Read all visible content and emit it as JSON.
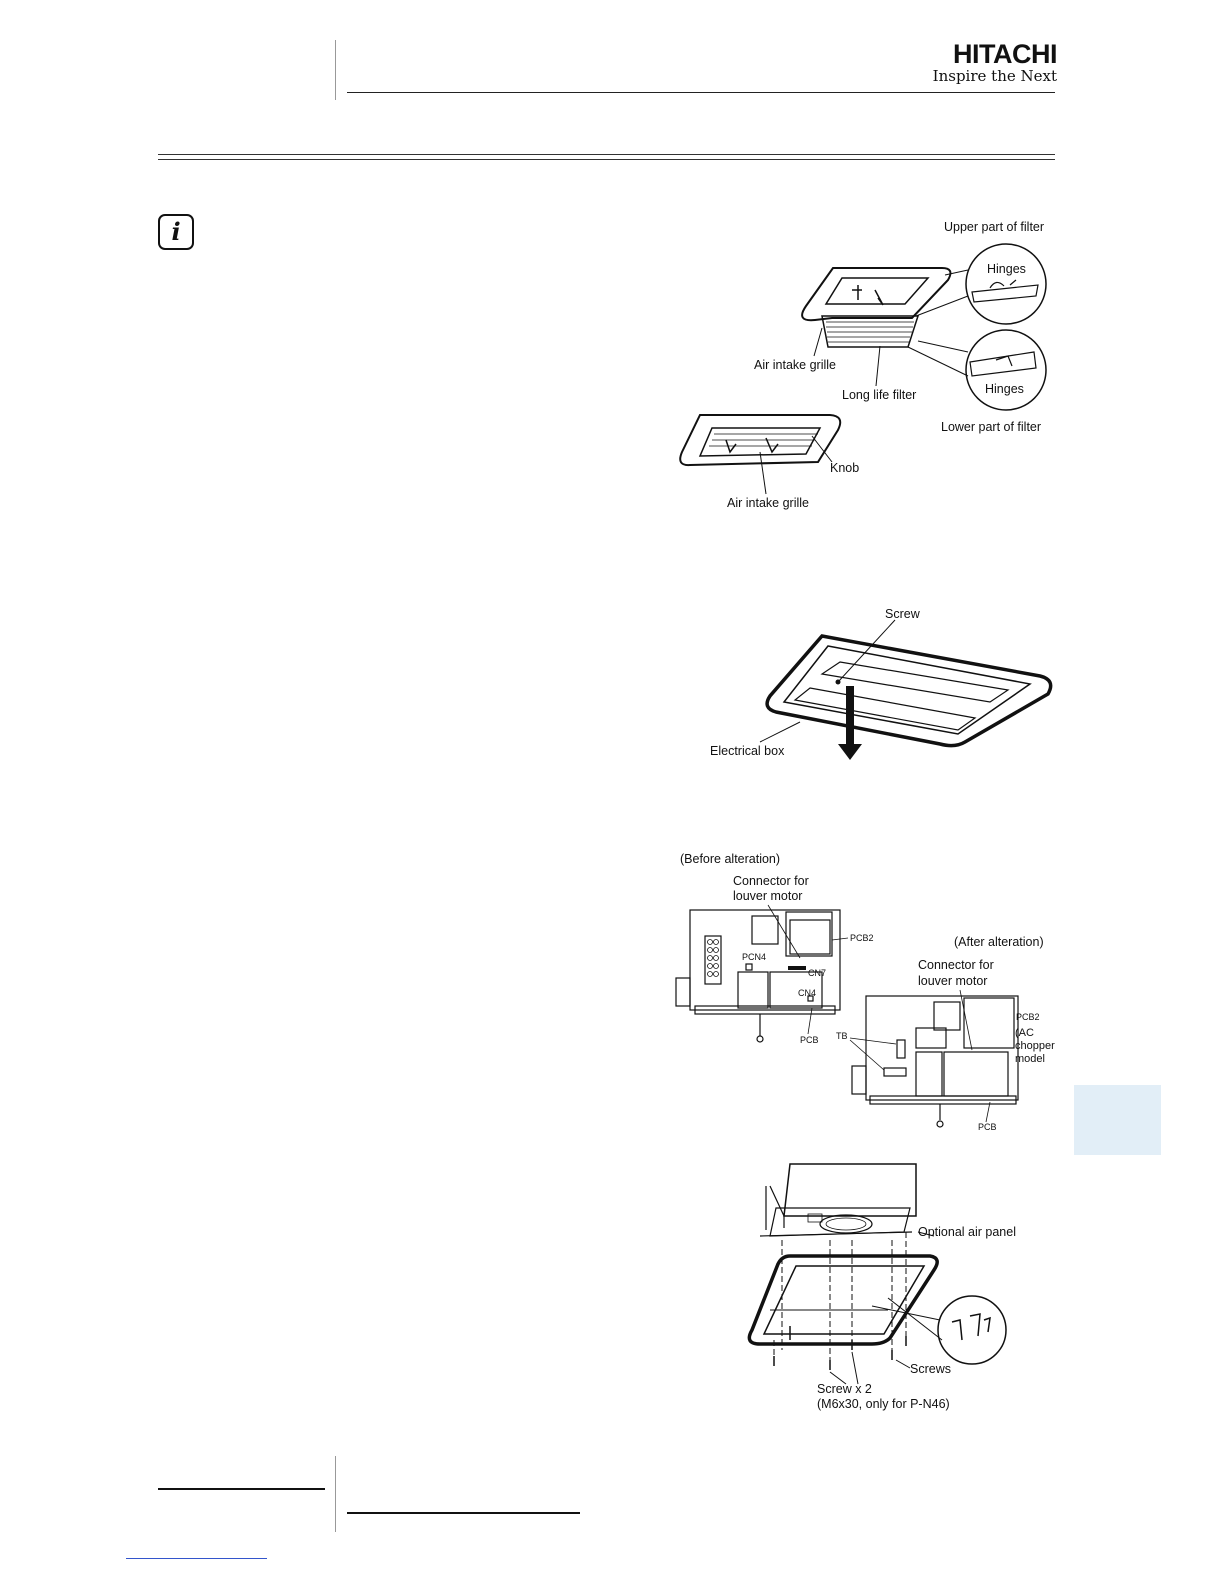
{
  "header": {
    "brand_name": "HITACHI",
    "brand_tagline": "Inspire the Next"
  },
  "info_icon": "info-icon",
  "fig_filter": {
    "upper_part": "Upper part of filter",
    "hinges_top": "Hinges",
    "air_intake_grille_top": "Air intake grille",
    "long_life_filter": "Long life filter",
    "hinges_bottom": "Hinges",
    "lower_part": "Lower part of filter",
    "knob": "Knob",
    "air_intake_grille_bottom": "Air intake grille"
  },
  "fig_electrical": {
    "screw": "Screw",
    "electrical_box": "Electrical box"
  },
  "fig_alteration": {
    "before": "(Before alteration)",
    "connector_before_line1": "Connector for",
    "connector_before_line2": "louver motor",
    "pcb2_before": "PCB2",
    "pcn4": "PCN4",
    "cn7": "CN7",
    "cn4": "CN4",
    "pcb_before": "PCB",
    "after": "(After alteration)",
    "connector_after_line1": "Connector for",
    "connector_after_line2": "louver motor",
    "pcb2_after": "PCB2",
    "ac_line1": "(AC",
    "ac_line2": "chopper",
    "ac_line3": "model",
    "tb": "TB",
    "pcb_after": "PCB"
  },
  "fig_panel": {
    "optional_air_panel": "Optional air panel",
    "screws": "Screws",
    "screw_x2": "Screw x 2",
    "screw_spec": "(M6x30, only for P-N46)"
  },
  "colors": {
    "accent_tab": "#e2eef7",
    "link_rule": "#3355cc"
  }
}
